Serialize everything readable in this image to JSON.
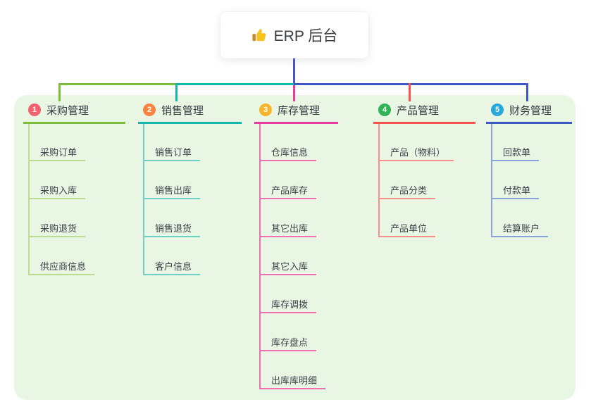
{
  "root": {
    "icon": "thumbs-up",
    "label": "ERP 后台"
  },
  "branches": [
    {
      "index": "1",
      "label": "采购管理",
      "badge_color": "#f5626f",
      "line_color": "#7cbd3a",
      "child_line_color": "#b9dc92",
      "children": [
        "采购订单",
        "采购入库",
        "采购退货",
        "供应商信息"
      ]
    },
    {
      "index": "2",
      "label": "销售管理",
      "badge_color": "#f6863f",
      "line_color": "#16b6a8",
      "child_line_color": "#6fcfc3",
      "children": [
        "销售订单",
        "销售出库",
        "销售退货",
        "客户信息"
      ]
    },
    {
      "index": "3",
      "label": "库存管理",
      "badge_color": "#f7b32b",
      "line_color": "#e73c9b",
      "child_line_color": "#f06fae",
      "children": [
        "仓库信息",
        "产品库存",
        "其它出库",
        "其它入库",
        "库存调拨",
        "库存盘点",
        "出库库明细"
      ]
    },
    {
      "index": "4",
      "label": "产品管理",
      "badge_color": "#2fb457",
      "line_color": "#f35450",
      "child_line_color": "#f7908c",
      "children": [
        "产品（物料）",
        "产品分类",
        "产品单位"
      ]
    },
    {
      "index": "5",
      "label": "财务管理",
      "badge_color": "#2aa7dc",
      "line_color": "#3c58c3",
      "child_line_color": "#8aa2da",
      "children": [
        "回款单",
        "付款单",
        "结算账户"
      ]
    }
  ],
  "colors": {
    "canvas_background": "#ffffff",
    "panel_background": "#eaf6e4",
    "root_connector": "#4c55c8",
    "text": "#3c4148"
  }
}
